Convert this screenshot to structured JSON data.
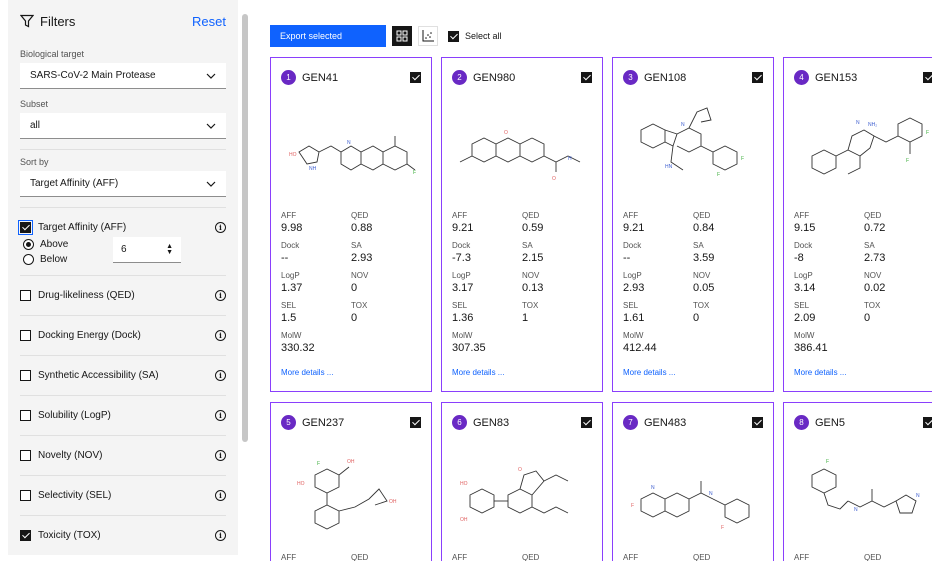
{
  "sidebar": {
    "title": "Filters",
    "reset": "Reset",
    "target_label": "Biological target",
    "target_value": "SARS-CoV-2 Main Protease",
    "subset_label": "Subset",
    "subset_value": "all",
    "sort_label": "Sort by",
    "sort_value": "Target Affinity (AFF)",
    "criteria": [
      {
        "label": "Target Affinity (AFF)",
        "checked": true
      },
      {
        "label": "Drug-likeliness (QED)",
        "checked": false
      },
      {
        "label": "Docking Energy (Dock)",
        "checked": false
      },
      {
        "label": "Synthetic Accessibility (SA)",
        "checked": false
      },
      {
        "label": "Solubility (LogP)",
        "checked": false
      },
      {
        "label": "Novelty (NOV)",
        "checked": false
      },
      {
        "label": "Selectivity (SEL)",
        "checked": false
      },
      {
        "label": "Toxicity (TOX)",
        "checked": true
      }
    ],
    "threshold": {
      "above": "Above",
      "below": "Below",
      "value": "6",
      "selected": "Above"
    }
  },
  "toolbar": {
    "export": "Export selected",
    "select_all": "Select all"
  },
  "prop_labels": [
    "AFF",
    "QED",
    "Dock",
    "SA",
    "LogP",
    "NOV",
    "SEL",
    "TOX",
    "MolW"
  ],
  "more_details": "More details ...",
  "cards": [
    {
      "num": "1",
      "name": "GEN41",
      "aff": "9.98",
      "qed": "0.88",
      "dock": "--",
      "sa": "2.93",
      "logp": "1.37",
      "nov": "0",
      "sel": "1.5",
      "tox": "0",
      "molw": "330.32"
    },
    {
      "num": "2",
      "name": "GEN980",
      "aff": "9.21",
      "qed": "0.59",
      "dock": "-7.3",
      "sa": "2.15",
      "logp": "3.17",
      "nov": "0.13",
      "sel": "1.36",
      "tox": "1",
      "molw": "307.35"
    },
    {
      "num": "3",
      "name": "GEN108",
      "aff": "9.21",
      "qed": "0.84",
      "dock": "--",
      "sa": "3.59",
      "logp": "2.93",
      "nov": "0.05",
      "sel": "1.61",
      "tox": "0",
      "molw": "412.44"
    },
    {
      "num": "4",
      "name": "GEN153",
      "aff": "9.15",
      "qed": "0.72",
      "dock": "-8",
      "sa": "2.73",
      "logp": "3.14",
      "nov": "0.02",
      "sel": "2.09",
      "tox": "0",
      "molw": "386.41"
    },
    {
      "num": "5",
      "name": "GEN237",
      "aff": "AFF",
      "qed": "QED"
    },
    {
      "num": "6",
      "name": "GEN83",
      "aff": "AFF",
      "qed": "QED"
    },
    {
      "num": "7",
      "name": "GEN483",
      "aff": "AFF",
      "qed": "QED"
    },
    {
      "num": "8",
      "name": "GEN5",
      "aff": "AFF",
      "qed": "QED"
    }
  ],
  "colors": {
    "accent": "#0f62fe",
    "card_border": "#8a3ffc",
    "badge": "#6929c4"
  }
}
